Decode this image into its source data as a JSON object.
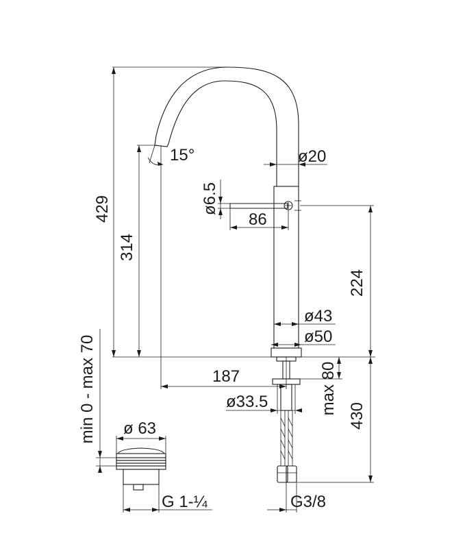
{
  "dimensions": {
    "total_height": "429",
    "spout_height": "314",
    "spout_angle": "15°",
    "spout_diameter": "ø20",
    "lever_diameter": "ø6.5",
    "lever_length": "86",
    "body_height": "224",
    "body_diameter": "ø43",
    "base_diameter": "ø50",
    "spout_reach": "187",
    "shank_diameter": "ø33.5",
    "counter_thickness": "max 80",
    "hose_length": "430",
    "waste_range": "min 0 - max 70",
    "waste_diameter": "ø 63",
    "waste_thread": "G 1-¼",
    "hose_thread": "G3/8"
  },
  "colors": {
    "line": "#1a1a1a",
    "background": "#ffffff"
  }
}
